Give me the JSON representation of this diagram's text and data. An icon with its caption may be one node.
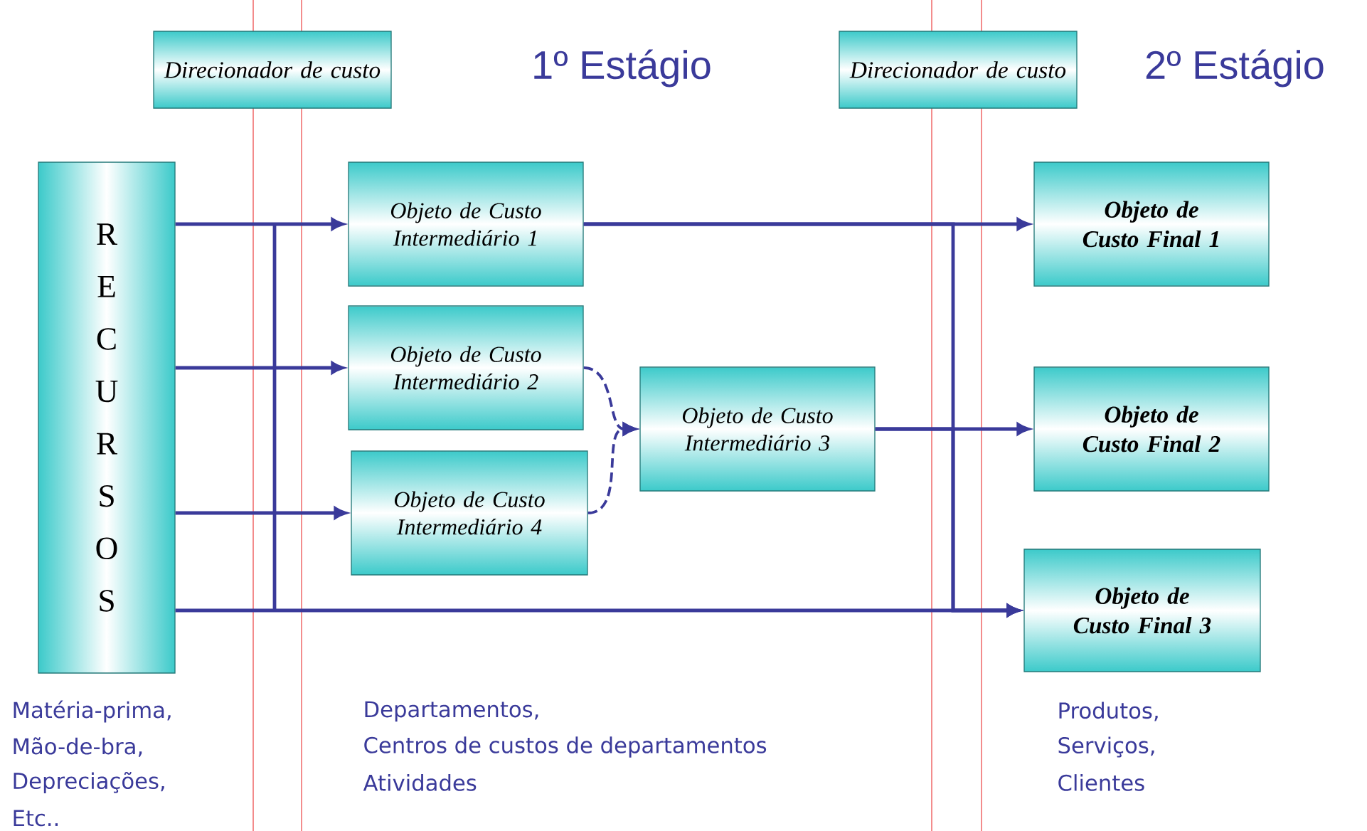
{
  "diagram": {
    "nodes": [
      {
        "text": [
          "Direcionador de custo"
        ]
      },
      {
        "text": [
          "Direcionador de custo"
        ]
      },
      {
        "text": [
          "R E C U R S O S"
        ]
      },
      {
        "text": [
          "Objeto de Custo Intermediário 1"
        ]
      },
      {
        "text": [
          "Objeto de Custo Intermediário 2"
        ]
      },
      {
        "text": [
          "Objeto de Custo Intermediário 4"
        ]
      },
      {
        "text": [
          "Objeto de Custo Intermediário 3"
        ]
      },
      {
        "text": [
          "Objeto de Custo Final 1"
        ]
      },
      {
        "text": [
          "Objeto de Custo Final 2"
        ]
      },
      {
        "text": [
          "Objeto de Custo Final 3"
        ]
      }
    ],
    "edges": [
      {
        "from": 2,
        "to": 3,
        "arrow": "to"
      },
      {
        "from": 2,
        "to": 4,
        "arrow": "to"
      },
      {
        "from": 2,
        "to": 5,
        "arrow": "to"
      },
      {
        "from": 2,
        "to": 9,
        "arrow": "to"
      },
      {
        "from": 3,
        "to": 7,
        "arrow": "to"
      },
      {
        "from": 4,
        "to": 6,
        "arrow": "to",
        "style": "dashed"
      },
      {
        "from": 5,
        "to": 6,
        "arrow": "to",
        "style": "dashed"
      },
      {
        "from": 6,
        "to": 8,
        "arrow": "to"
      },
      {
        "from": 3,
        "to": 9,
        "arrow": "to"
      },
      {
        "from": 6,
        "to": 9,
        "arrow": "to"
      }
    ],
    "labels": [
      "1º Estágio",
      "2º Estágio",
      "Matéria-prima,",
      "Mão-de-bra,",
      "Depreciações,",
      "Etc..",
      "Departamentos,",
      "Centros de custos de departamentos",
      "Atividades",
      "Produtos,",
      "Serviços,",
      "Clientes"
    ]
  }
}
